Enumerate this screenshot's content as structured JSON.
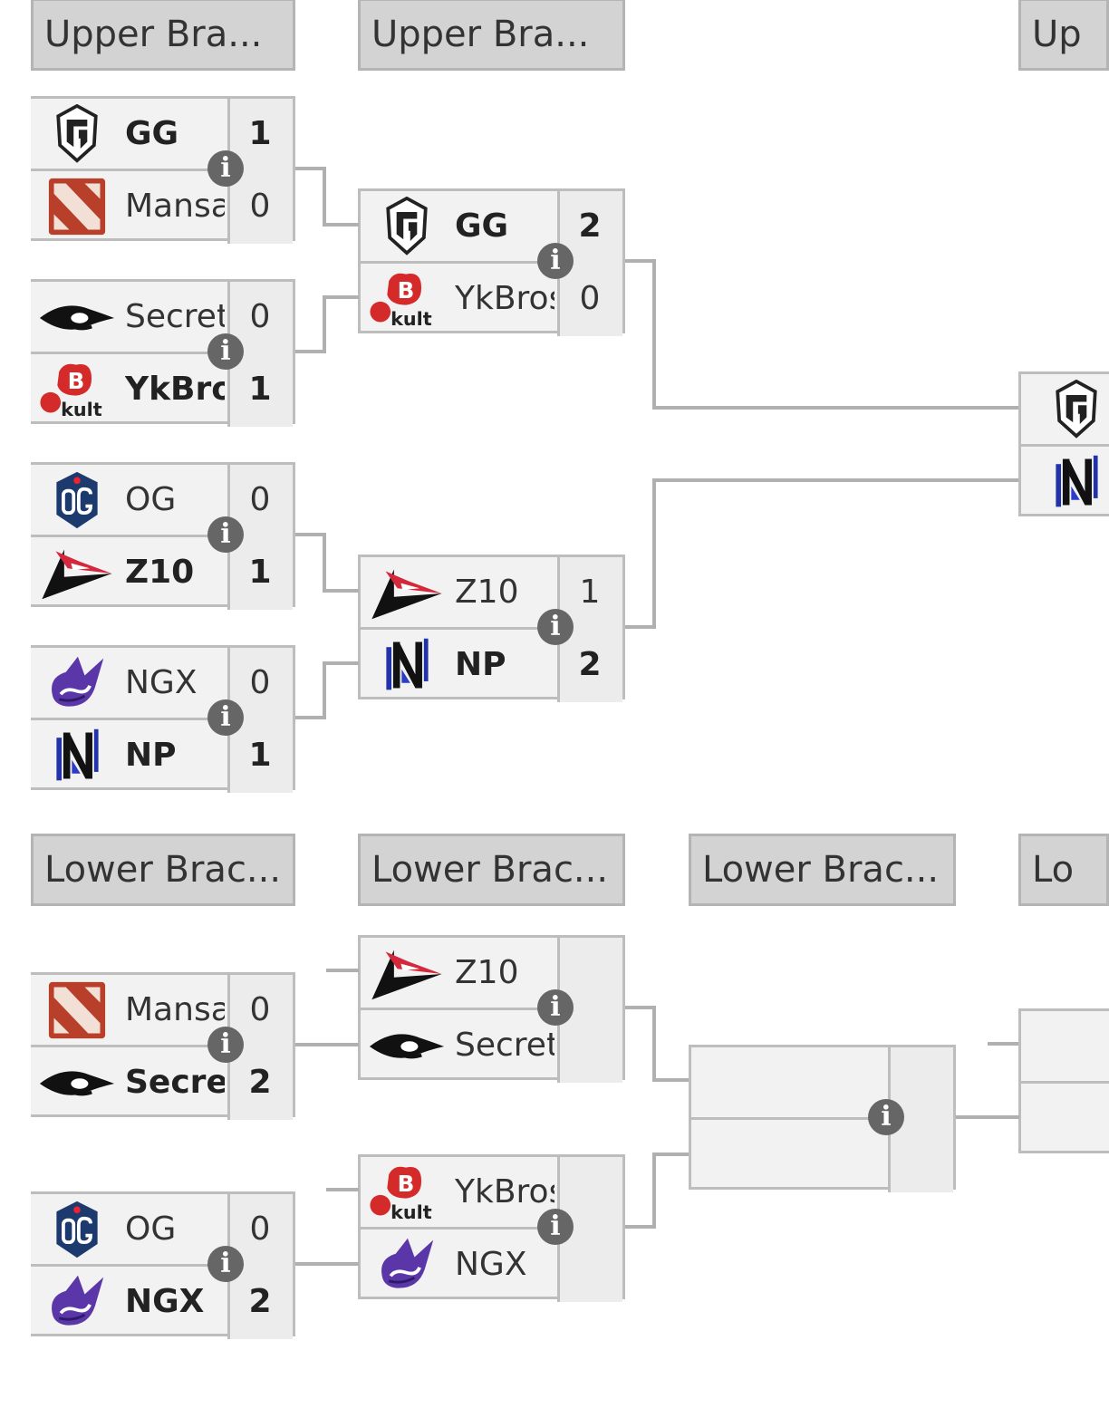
{
  "headers": {
    "upper": [
      "Upper Bra...",
      "Upper Bra...",
      "Up"
    ],
    "lower": [
      "Lower Brac...",
      "Lower Brac...",
      "Lower Brac...",
      "Lo"
    ]
  },
  "info_glyph": "i",
  "upper_r1": [
    {
      "t1": {
        "name": "GG",
        "score": "1",
        "logo": "gg-logo"
      },
      "t2": {
        "name": "Mansa",
        "score": "0",
        "logo": "dota-logo"
      }
    },
    {
      "t1": {
        "name": "Secret",
        "score": "0",
        "logo": "secret-logo"
      },
      "t2": {
        "name": "YkBro",
        "score": "1",
        "logo": "ykbros-logo"
      }
    },
    {
      "t1": {
        "name": "OG",
        "score": "0",
        "logo": "og-logo"
      },
      "t2": {
        "name": "Z10",
        "score": "1",
        "logo": "z10-logo"
      }
    },
    {
      "t1": {
        "name": "NGX",
        "score": "0",
        "logo": "ngx-logo"
      },
      "t2": {
        "name": "NP",
        "score": "1",
        "logo": "np-logo"
      }
    }
  ],
  "upper_r2": [
    {
      "t1": {
        "name": "GG",
        "score": "2"
      },
      "t2": {
        "name": "YkBros",
        "score": "0"
      }
    },
    {
      "t1": {
        "name": "Z10",
        "score": "1"
      },
      "t2": {
        "name": "NP",
        "score": "2"
      }
    }
  ],
  "lower_r1": [
    {
      "t1": {
        "name": "Mansa",
        "score": "0"
      },
      "t2": {
        "name": "Secret",
        "score": "2"
      }
    },
    {
      "t1": {
        "name": "OG",
        "score": "0"
      },
      "t2": {
        "name": "NGX",
        "score": "2"
      }
    }
  ],
  "lower_r2": [
    {
      "t1": {
        "name": "Z10"
      },
      "t2": {
        "name": "Secret"
      }
    },
    {
      "t1": {
        "name": "YkBros"
      },
      "t2": {
        "name": "NGX"
      }
    }
  ]
}
